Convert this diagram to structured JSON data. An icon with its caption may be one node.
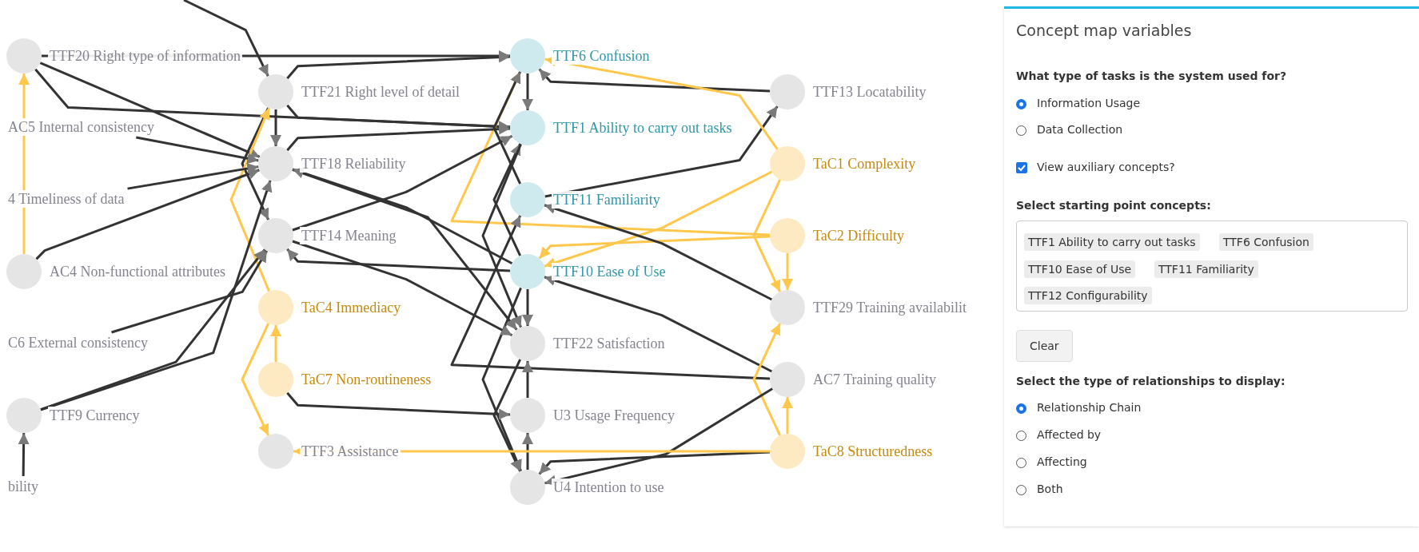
{
  "diagram": {
    "nodes": [
      {
        "text": [
          "TTF21 Right level of detail"
        ]
      },
      {
        "text": [
          "TTF13 Locatability"
        ]
      },
      {
        "text": [
          "TTF20 Right type of information"
        ]
      },
      {
        "text": [
          "TTF6 Confusion"
        ]
      },
      {
        "text": [
          "TaC1 Complexity"
        ]
      },
      {
        "text": [
          "TTF1 Ability to carry out tasks"
        ]
      },
      {
        "text": [
          "TaC2 Difficulty"
        ]
      },
      {
        "text": [
          "AC5 Internal consistency"
        ]
      },
      {
        "text": [
          "TTF11 Familiarity"
        ]
      },
      {
        "text": [
          "TTF10 Ease of Use"
        ]
      },
      {
        "text": [
          "TTF18 Reliability"
        ]
      },
      {
        "text": [
          "4 Timeliness of data"
        ]
      },
      {
        "text": [
          "TTF14 Meaning"
        ]
      },
      {
        "text": [
          "TTF3 Assistance"
        ]
      },
      {
        "text": [
          "TTF29 Training availabilit"
        ]
      },
      {
        "text": [
          "AC7 Training quality"
        ]
      },
      {
        "text": [
          "AC4 Non-functional attributes"
        ]
      },
      {
        "text": [
          "TaC4 Immediacy"
        ]
      },
      {
        "text": [
          "TTF22 Satisfaction"
        ]
      },
      {
        "text": [
          "TaC8 Structuredness"
        ]
      },
      {
        "text": [
          "C6 External consistency"
        ]
      },
      {
        "text": [
          "TaC7 Non-routineness"
        ]
      },
      {
        "text": [
          "bility"
        ]
      },
      {
        "text": [
          "U3 Usage Frequency"
        ]
      },
      {
        "text": [
          "U4 Intention to use"
        ]
      },
      {
        "text": [
          "TTF9 Currency"
        ]
      }
    ],
    "edges": [
      {
        "from": null,
        "to": 0,
        "arrow": "to"
      },
      {
        "from": 0,
        "to": 3,
        "arrow": "to"
      },
      {
        "from": 0,
        "to": 5,
        "arrow": "to"
      },
      {
        "from": 2,
        "to": 3,
        "arrow": "to"
      },
      {
        "from": 2,
        "to": 5,
        "arrow": "to"
      },
      {
        "from": 3,
        "to": 5,
        "arrow": "to"
      },
      {
        "from": 1,
        "to": 3,
        "arrow": "to"
      },
      {
        "from": 8,
        "to": 1,
        "arrow": "to"
      },
      {
        "from": 4,
        "to": 3,
        "arrow": "to",
        "color": "#ffc84d"
      },
      {
        "from": 6,
        "to": 3,
        "arrow": "to",
        "color": "#ffc84d"
      },
      {
        "from": 8,
        "to": 3,
        "arrow": "to"
      },
      {
        "from": 0,
        "to": 10,
        "arrow": "to"
      },
      {
        "from": 0,
        "to": 12,
        "arrow": "to"
      },
      {
        "from": 2,
        "to": 10,
        "arrow": "to"
      },
      {
        "from": 10,
        "to": 5,
        "arrow": "to"
      },
      {
        "from": 12,
        "to": 5,
        "arrow": "to"
      },
      {
        "from": 9,
        "to": 5,
        "arrow": "to"
      },
      {
        "from": 5,
        "to": 18,
        "arrow": "to"
      },
      {
        "from": 4,
        "to": 14,
        "arrow": "to",
        "color": "#ffc84d"
      },
      {
        "from": 6,
        "to": 14,
        "arrow": "to",
        "color": "#ffc84d"
      },
      {
        "from": 4,
        "to": 9,
        "arrow": "to",
        "color": "#ffc84d"
      },
      {
        "from": 6,
        "to": 9,
        "arrow": "to",
        "color": "#ffc84d"
      },
      {
        "from": 14,
        "to": 8,
        "arrow": "to"
      },
      {
        "from": 15,
        "to": 8,
        "arrow": "to"
      },
      {
        "from": 15,
        "to": 9,
        "arrow": "to"
      },
      {
        "from": 19,
        "to": 14,
        "arrow": "to",
        "color": "#ffc84d"
      },
      {
        "from": 19,
        "to": 15,
        "arrow": "to",
        "color": "#ffc84d"
      },
      {
        "from": 15,
        "to": 24,
        "arrow": "to"
      },
      {
        "from": 9,
        "to": 24,
        "arrow": "to"
      },
      {
        "from": 19,
        "to": 24,
        "arrow": "to"
      },
      {
        "from": 18,
        "to": 24,
        "arrow": "to"
      },
      {
        "from": 21,
        "to": 23,
        "arrow": "to"
      },
      {
        "from": 24,
        "to": 23,
        "arrow": "to"
      },
      {
        "from": 23,
        "to": 18,
        "arrow": "to"
      },
      {
        "from": 9,
        "to": 18,
        "arrow": "to"
      },
      {
        "from": 12,
        "to": 18,
        "arrow": "to"
      },
      {
        "from": 10,
        "to": 18,
        "arrow": "to"
      },
      {
        "from": 9,
        "to": 10,
        "arrow": "to"
      },
      {
        "from": 9,
        "to": 12,
        "arrow": "to"
      },
      {
        "from": 17,
        "to": 13,
        "arrow": "to",
        "color": "#ffc84d"
      },
      {
        "from": 19,
        "to": 13,
        "arrow": "to",
        "color": "#ffc84d"
      },
      {
        "from": 17,
        "to": 0,
        "arrow": "to",
        "color": "#ffc84d"
      },
      {
        "from": 16,
        "to": 2,
        "arrow": "to",
        "color": "#ffc84d"
      },
      {
        "from": 21,
        "to": 17,
        "arrow": "to",
        "color": "#ffc84d"
      },
      {
        "from": 25,
        "to": 10,
        "arrow": "to"
      },
      {
        "from": 25,
        "to": 12,
        "arrow": "to"
      },
      {
        "from": 16,
        "to": 10,
        "arrow": "to"
      },
      {
        "from": 11,
        "to": 10,
        "arrow": "to"
      },
      {
        "from": 7,
        "to": 10,
        "arrow": "to"
      },
      {
        "from": 20,
        "to": 12,
        "arrow": "to"
      },
      {
        "from": 22,
        "to": 25,
        "arrow": "to"
      }
    ],
    "labels": [
      "Concept map variables",
      "What type of tasks is the system used for?",
      "Information Usage",
      "Data Collection",
      "View auxiliary concepts?",
      "Select starting point concepts:",
      "TTF1 Ability to carry out tasks",
      "TTF6 Confusion",
      "TTF10 Ease of Use",
      "TTF11 Familiarity",
      "TTF12 Configurability",
      "Clear",
      "Select the type of relationships to display:",
      "Relationship Chain",
      "Affected by",
      "Affecting",
      "Both"
    ]
  }
}
